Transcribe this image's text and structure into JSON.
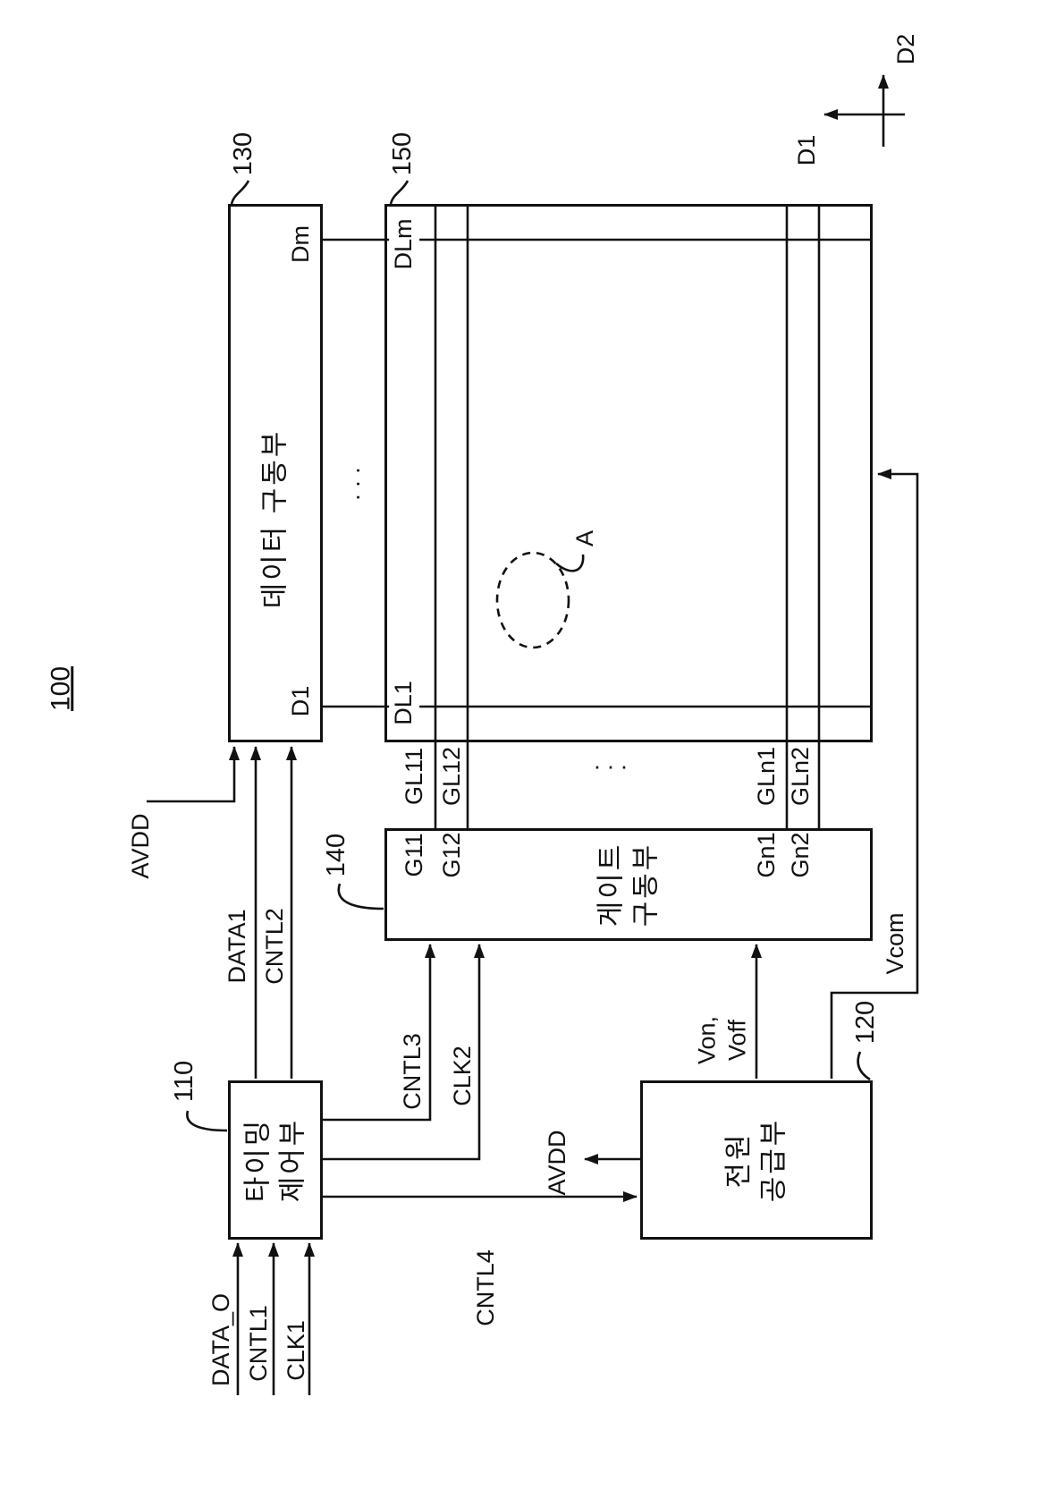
{
  "figure": {
    "number": "100",
    "region_label": "A",
    "ellipsis": "···"
  },
  "axes": {
    "d1": "D1",
    "d2": "D2"
  },
  "blocks": {
    "timing_controller": {
      "ref": "110",
      "name": "타이밍\n제어부"
    },
    "power_supply": {
      "ref": "120",
      "name": "전원\n공급부"
    },
    "data_driver": {
      "ref": "130",
      "name": "데이터 구동부"
    },
    "gate_driver": {
      "ref": "140",
      "name": "게이트\n구동부"
    },
    "display_panel": {
      "ref": "150"
    }
  },
  "signals": {
    "data_o": "DATA_O",
    "cntl1": "CNTL1",
    "clk1": "CLK1",
    "data1": "DATA1",
    "cntl2": "CNTL2",
    "cntl3": "CNTL3",
    "clk2": "CLK2",
    "cntl4": "CNTL4",
    "avdd": "AVDD",
    "von_voff": "Von,\nVoff",
    "vcom": "Vcom"
  },
  "lines": {
    "data_driver_outputs": {
      "first": "D1",
      "last": "Dm"
    },
    "panel_data_lines": {
      "first": "DL1",
      "last": "DLm"
    },
    "gate_driver_outputs": {
      "g11": "G11",
      "g12": "G12",
      "gn1": "Gn1",
      "gn2": "Gn2"
    },
    "panel_gate_lines": {
      "gl11": "GL11",
      "gl12": "GL12",
      "gln1": "GLn1",
      "gln2": "GLn2"
    }
  }
}
